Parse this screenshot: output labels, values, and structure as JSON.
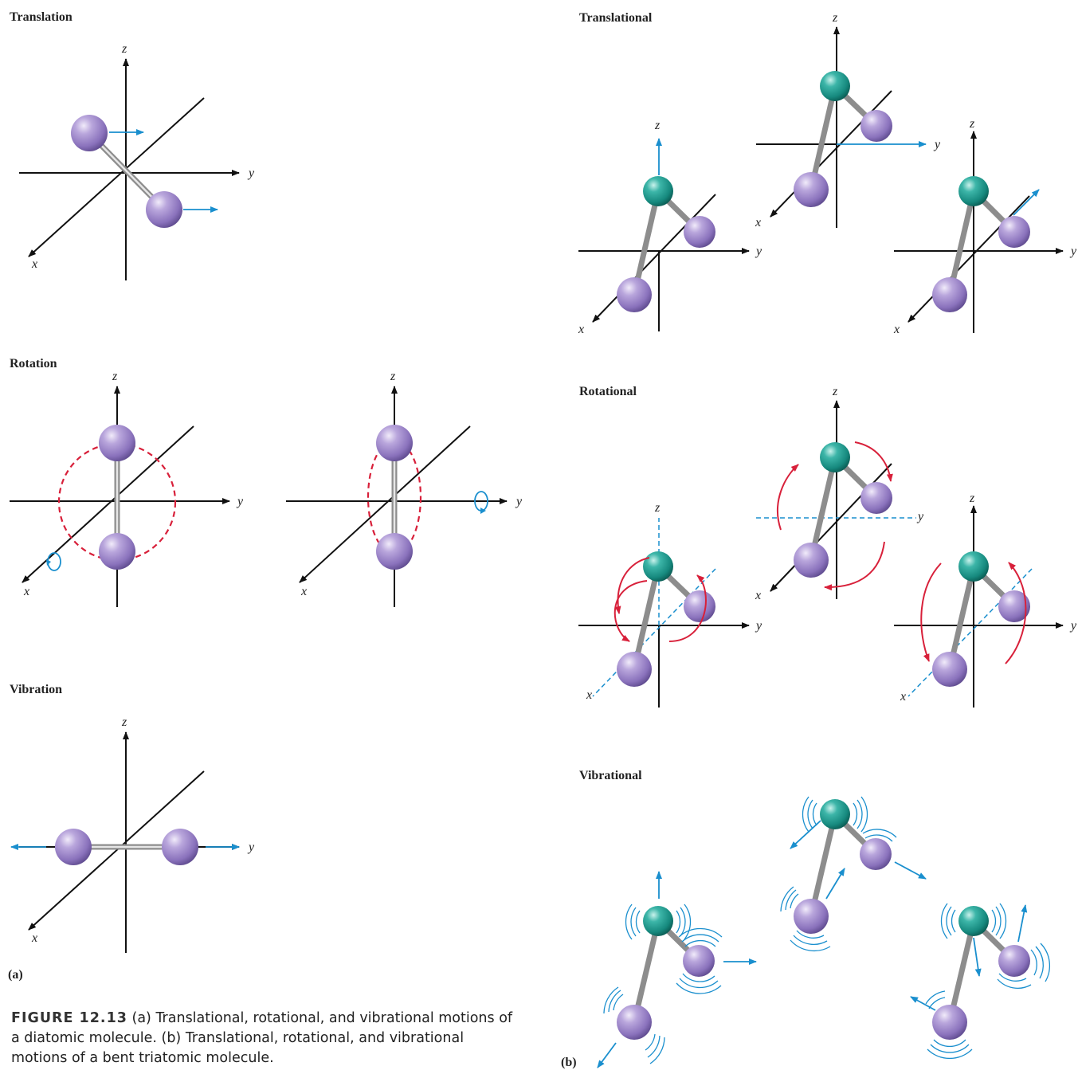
{
  "panel_a": {
    "label": "(a)",
    "sections": {
      "translation": "Translation",
      "rotation": "Rotation",
      "vibration": "Vibration"
    }
  },
  "panel_b": {
    "label": "(b)",
    "sections": {
      "translational": "Translational",
      "rotational": "Rotational",
      "vibrational": "Vibrational"
    }
  },
  "axes": {
    "x": "x",
    "y": "y",
    "z": "z"
  },
  "colors": {
    "atom_purple": "#9a82c6",
    "atom_teal": "#1f9a8e",
    "arrow_blue": "#1a8fce",
    "rotation_red": "#d8203a",
    "axis": "#111111"
  },
  "caption": {
    "figure": "FIGURE 12.13",
    "text": "(a) Translational, rotational, and vibrational motions of a diatomic molecule. (b) Translational, rotational, and vibrational motions of a bent triatomic molecule."
  }
}
